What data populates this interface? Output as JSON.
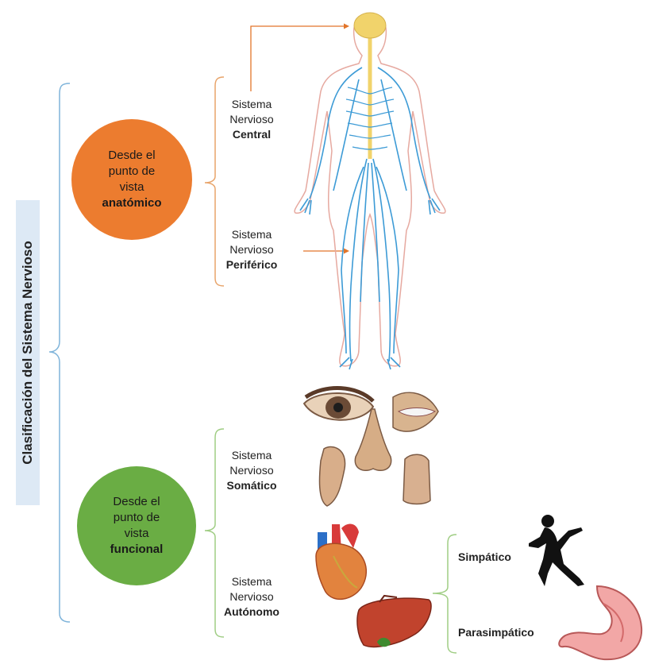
{
  "title": "Clasificación del Sistema Nervioso",
  "anatomical": {
    "line1": "Desde el",
    "line2": "punto de",
    "line3": "vista",
    "line4": "anatómico"
  },
  "functional": {
    "line1": "Desde el",
    "line2": "punto de",
    "line3": "vista",
    "line4": "funcional"
  },
  "central": {
    "line1": "Sistema",
    "line2": "Nervioso",
    "line3": "Central"
  },
  "peripheral": {
    "line1": "Sistema",
    "line2": "Nervioso",
    "line3": "Periférico"
  },
  "somatic": {
    "line1": "Sistema",
    "line2": "Nervioso",
    "line3": "Somático"
  },
  "autonomic": {
    "line1": "Sistema",
    "line2": "Nervioso",
    "line3": "Autónomo"
  },
  "sympathetic": "Simpático",
  "parasympathetic": "Parasimpático",
  "colors": {
    "anatomical": "#ec7c2f",
    "functional": "#6aad44",
    "title_box": "#dde9f5",
    "nerves": "#3d9bd6",
    "arrow": "#e2752a"
  },
  "icons": [
    "nervous-system-figure",
    "sense-organs-icons",
    "heart-icon",
    "liver-icon",
    "runner-icon",
    "stomach-icon"
  ]
}
